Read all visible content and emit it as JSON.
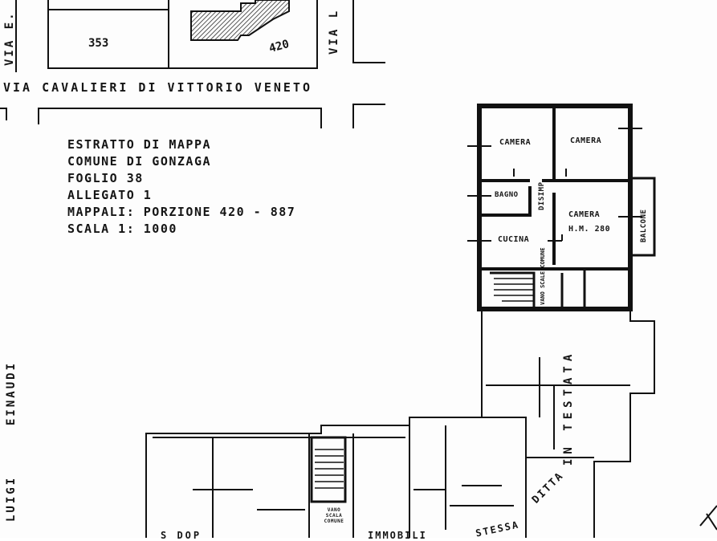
{
  "map_header": {
    "line1": "ESTRATTO DI MAPPA",
    "line2": "COMUNE DI GONZAGA",
    "line3": "FOGLIO 38",
    "line4": "ALLEGATO 1",
    "line5": "MAPPALI: PORZIONE 420 - 887",
    "line6": "SCALA 1: 1000"
  },
  "streets": {
    "main": "VIA CAVALIERI DI VITTORIO VENETO",
    "via_e": "VIA E.",
    "via_l": "VIA L",
    "einaudi": "EINAUDI",
    "luigi": "LUIGI"
  },
  "parcels": {
    "p353": "353",
    "p420": "420"
  },
  "rooms": {
    "camera1": "CAMERA",
    "camera2": "CAMERA",
    "camera3": "CAMERA",
    "height": "H.M. 280",
    "bagno": "BAGNO",
    "disimp": "DISIMP.",
    "cucina": "CUCINA",
    "balcone": "BALCONE",
    "vano_scale": "VANO SCALE COMUNE",
    "vano_scala_bottom": "VANO SCALA COMUNE"
  },
  "annotations": {
    "ditta": "DITTA",
    "in_testata": "IN TESTATA",
    "stessa": "STESSA",
    "immobili": "IMMOBILI",
    "bottom_left": "S DOP"
  }
}
